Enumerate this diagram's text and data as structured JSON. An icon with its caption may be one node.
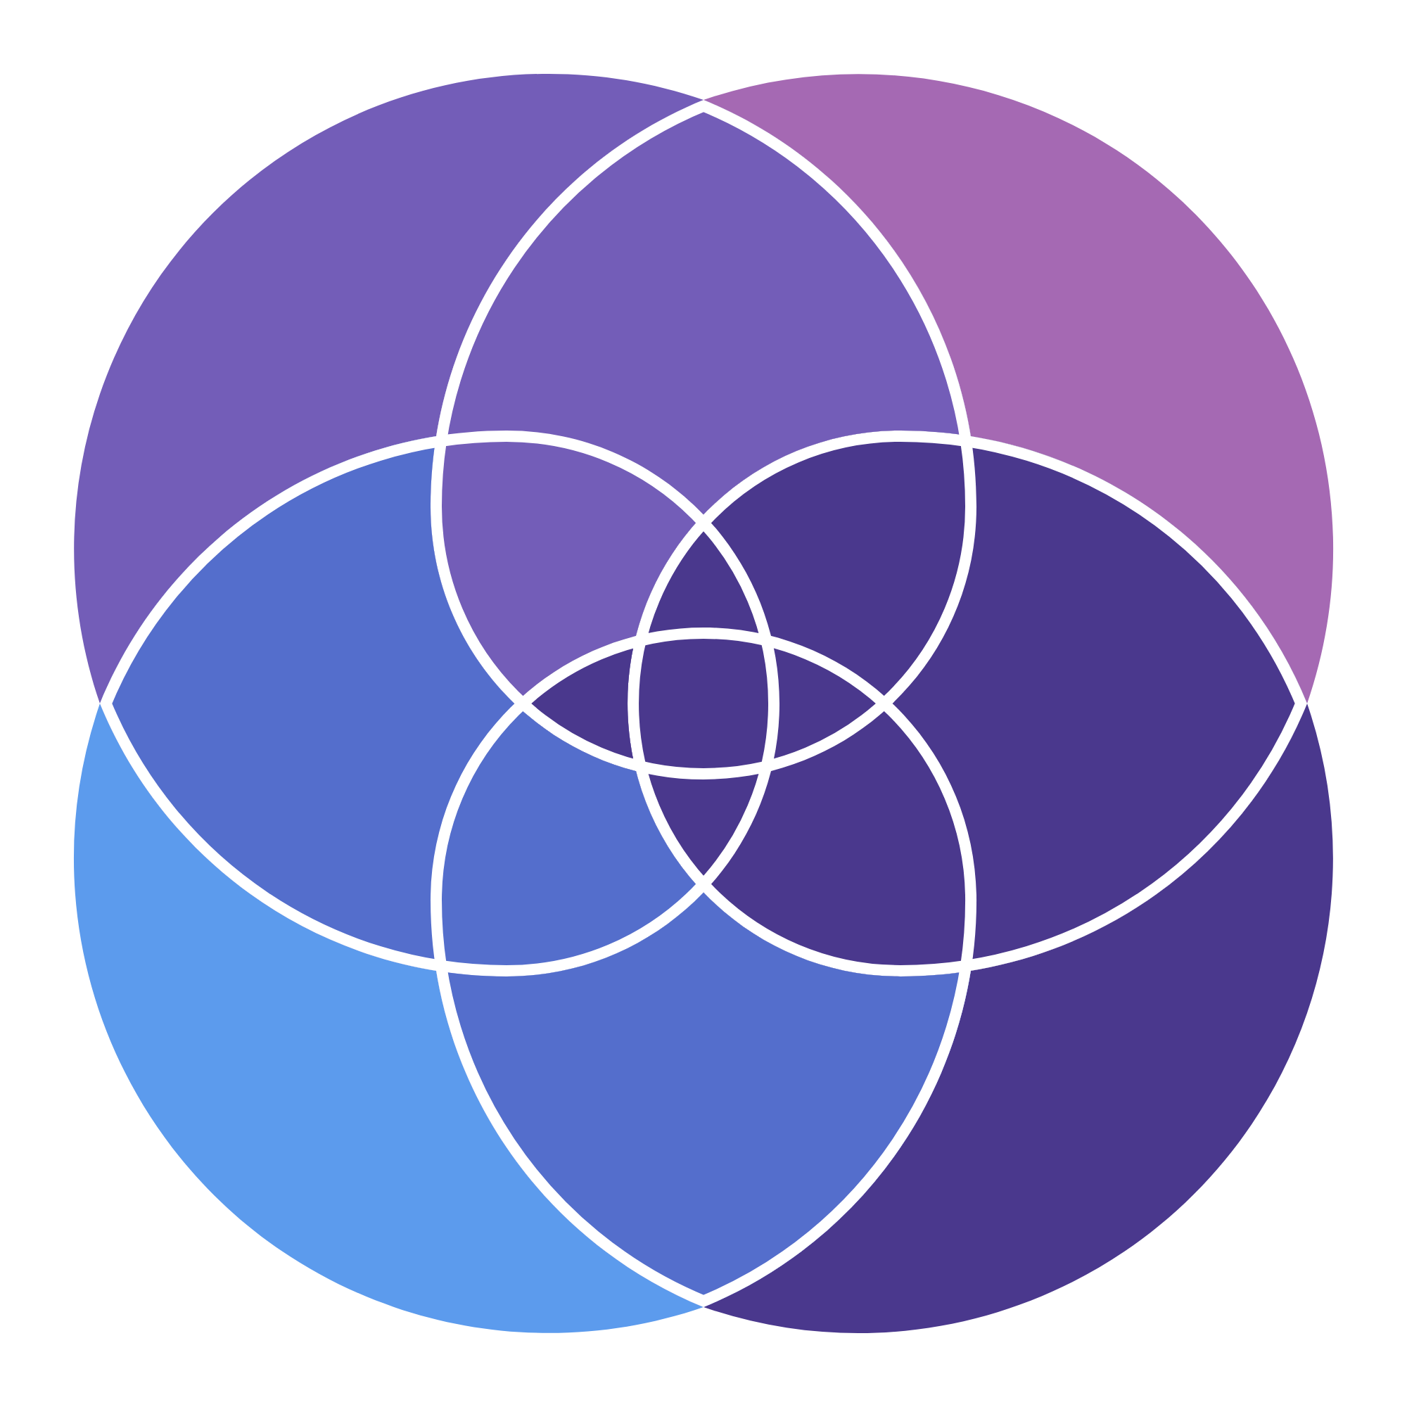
{
  "diagram": {
    "nodes": [
      {
        "text": [],
        "shape": "circle"
      },
      {
        "text": [],
        "shape": "circle"
      },
      {
        "text": [],
        "shape": "circle"
      },
      {
        "text": [],
        "shape": "circle"
      },
      {
        "text": [],
        "shape": "teardrop"
      },
      {
        "text": [],
        "shape": "teardrop"
      },
      {
        "text": [],
        "shape": "teardrop"
      },
      {
        "text": [],
        "shape": "teardrop"
      }
    ]
  }
}
